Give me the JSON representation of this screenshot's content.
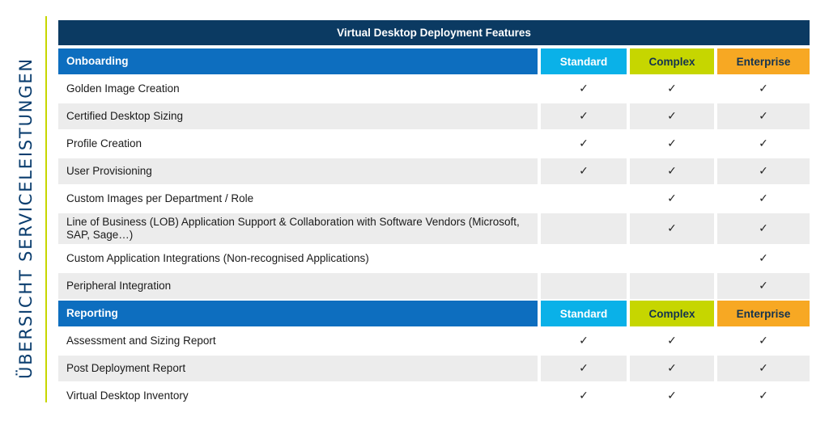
{
  "side_title": "ÜBERSICHT SERVICELEISTUNGEN",
  "table_title": "Virtual Desktop Deployment Features",
  "check_glyph": "✓",
  "colors": {
    "navy": "#0b3a62",
    "section_blue": "#0d6ebf",
    "standard": "#0ab1e8",
    "complex": "#c6d600",
    "enterprise": "#f7a823",
    "row_gray": "#ececec"
  },
  "sections": [
    {
      "name": "onboarding",
      "label": "Onboarding",
      "tiers": [
        "Standard",
        "Complex",
        "Enterprise"
      ],
      "rows": [
        {
          "feature": "Golden Image Creation",
          "standard": true,
          "complex": true,
          "enterprise": true
        },
        {
          "feature": "Certified Desktop Sizing",
          "standard": true,
          "complex": true,
          "enterprise": true
        },
        {
          "feature": "Profile Creation",
          "standard": true,
          "complex": true,
          "enterprise": true
        },
        {
          "feature": "User Provisioning",
          "standard": true,
          "complex": true,
          "enterprise": true
        },
        {
          "feature": "Custom Images per Department / Role",
          "standard": false,
          "complex": true,
          "enterprise": true
        },
        {
          "feature": "Line of Business (LOB) Application Support & Collaboration with Software Vendors (Microsoft, SAP, Sage…)",
          "standard": false,
          "complex": true,
          "enterprise": true,
          "tall": true
        },
        {
          "feature": "Custom Application Integrations (Non-recognised Applications)",
          "standard": false,
          "complex": false,
          "enterprise": true
        },
        {
          "feature": "Peripheral Integration",
          "standard": false,
          "complex": false,
          "enterprise": true
        }
      ]
    },
    {
      "name": "reporting",
      "label": "Reporting",
      "tiers": [
        "Standard",
        "Complex",
        "Enterprise"
      ],
      "rows": [
        {
          "feature": "Assessment and Sizing Report",
          "standard": true,
          "complex": true,
          "enterprise": true
        },
        {
          "feature": "Post Deployment Report",
          "standard": true,
          "complex": true,
          "enterprise": true
        },
        {
          "feature": "Virtual Desktop Inventory",
          "standard": true,
          "complex": true,
          "enterprise": true
        }
      ]
    }
  ]
}
